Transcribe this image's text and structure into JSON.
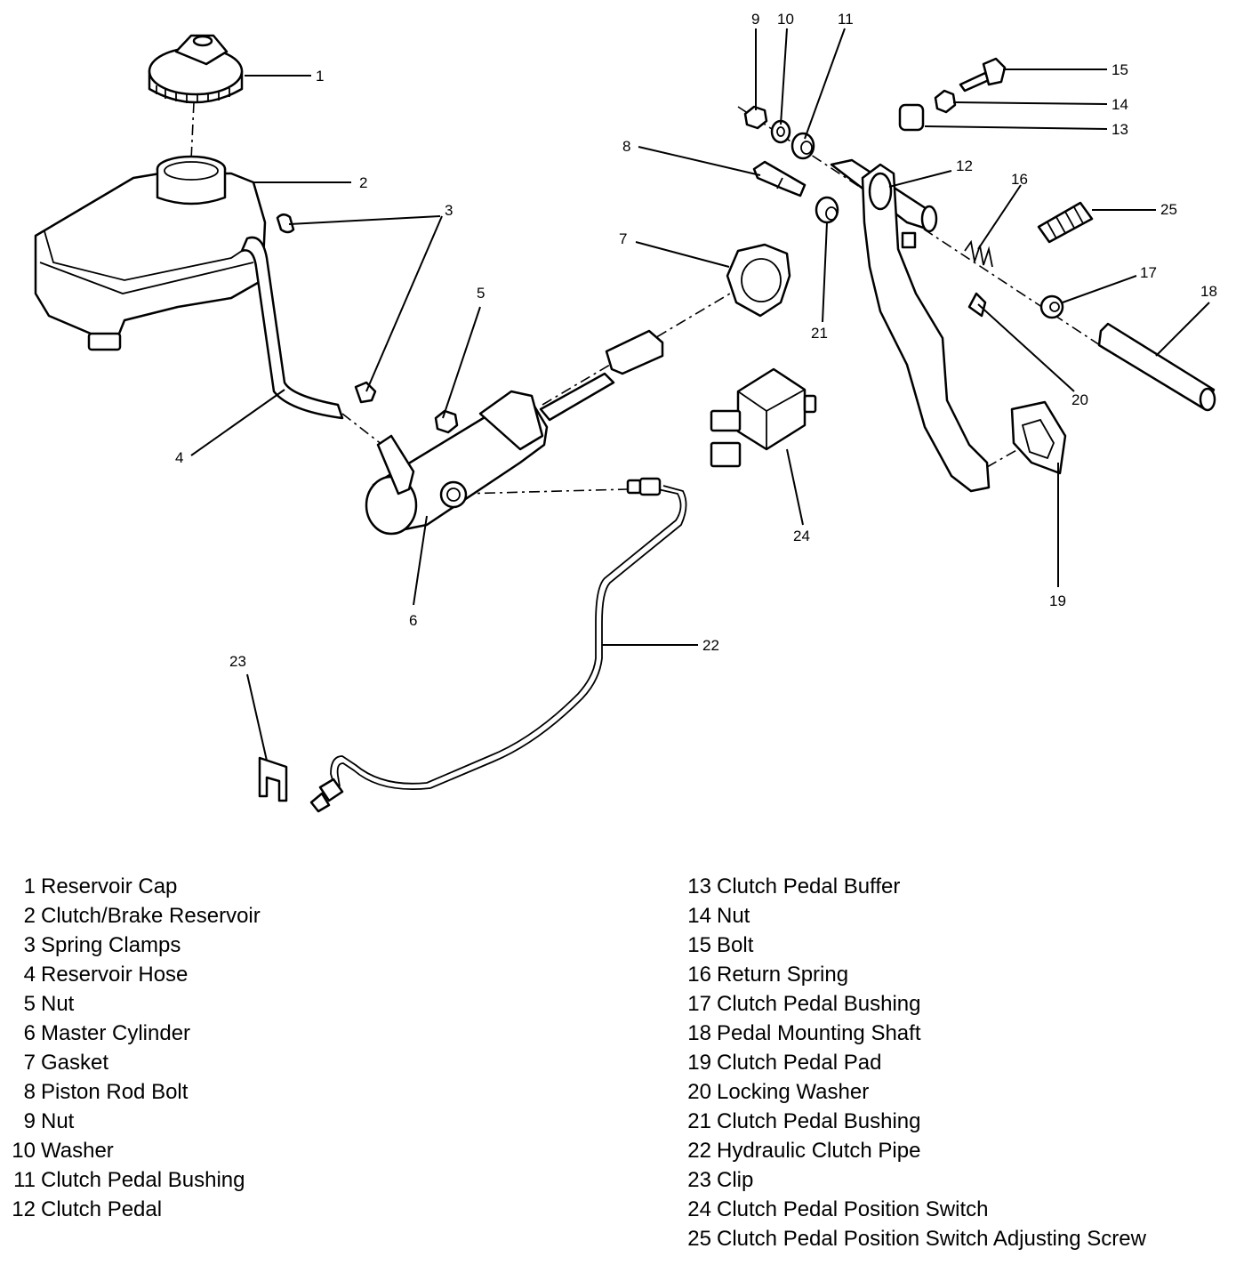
{
  "callouts": [
    "1",
    "2",
    "3",
    "4",
    "5",
    "6",
    "7",
    "8",
    "9",
    "10",
    "11",
    "12",
    "13",
    "14",
    "15",
    "16",
    "17",
    "18",
    "19",
    "20",
    "21",
    "22",
    "23",
    "24",
    "25"
  ],
  "legend": {
    "left": [
      {
        "num": "1",
        "text": "Reservoir Cap"
      },
      {
        "num": "2",
        "text": "Clutch/Brake Reservoir"
      },
      {
        "num": "3",
        "text": "Spring Clamps"
      },
      {
        "num": "4",
        "text": "Reservoir Hose"
      },
      {
        "num": "5",
        "text": "Nut"
      },
      {
        "num": "6",
        "text": "Master Cylinder"
      },
      {
        "num": "7",
        "text": "Gasket"
      },
      {
        "num": "8",
        "text": "Piston Rod Bolt"
      },
      {
        "num": "9",
        "text": "Nut"
      },
      {
        "num": "10",
        "text": "Washer"
      },
      {
        "num": "11",
        "text": "Clutch Pedal Bushing"
      },
      {
        "num": "12",
        "text": "Clutch Pedal"
      }
    ],
    "right": [
      {
        "num": "13",
        "text": "Clutch Pedal Buffer"
      },
      {
        "num": "14",
        "text": "Nut"
      },
      {
        "num": "15",
        "text": "Bolt"
      },
      {
        "num": "16",
        "text": "Return Spring"
      },
      {
        "num": "17",
        "text": "Clutch Pedal Bushing"
      },
      {
        "num": "18",
        "text": "Pedal Mounting Shaft"
      },
      {
        "num": "19",
        "text": "Clutch Pedal Pad"
      },
      {
        "num": "20",
        "text": "Locking Washer"
      },
      {
        "num": "21",
        "text": "Clutch Pedal Bushing"
      },
      {
        "num": "22",
        "text": "Hydraulic Clutch Pipe"
      },
      {
        "num": "23",
        "text": "Clip"
      },
      {
        "num": "24",
        "text": "Clutch Pedal Position Switch"
      },
      {
        "num": "25",
        "text": "Clutch Pedal Position Switch Adjusting Screw"
      }
    ]
  }
}
